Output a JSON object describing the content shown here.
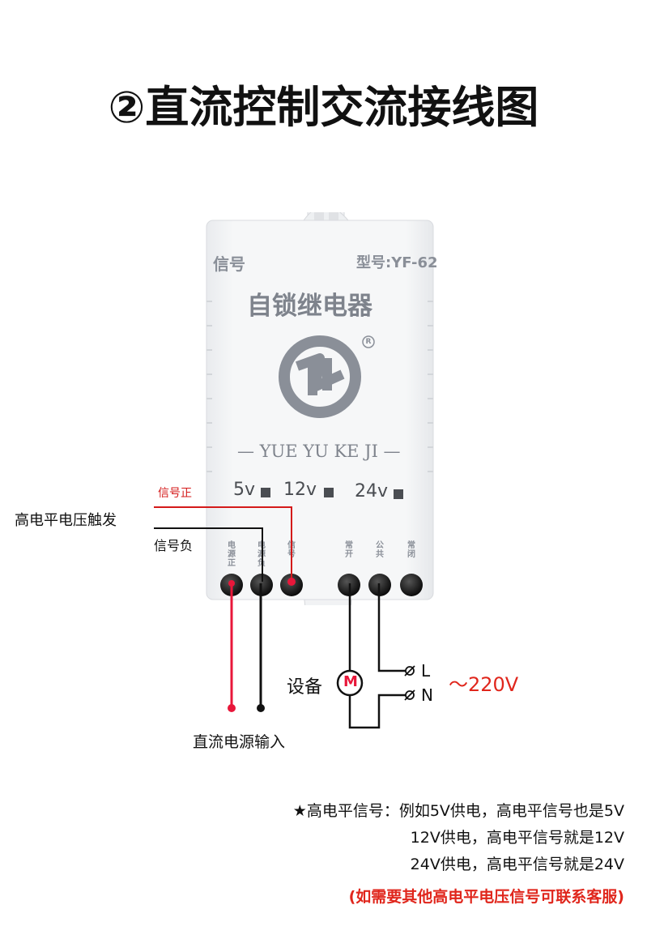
{
  "title": "②直流控制交流接线图",
  "relay": {
    "signal_label": "信号",
    "model_label": "型号:YF-62",
    "product_name": "自锁继电器",
    "brand": "— YUE YU KE JI —",
    "registered_mark": "R",
    "voltage_options": [
      "5v",
      "12v",
      "24v"
    ],
    "terminals": [
      "电源正",
      "电源负",
      "信号",
      "常开",
      "公共",
      "常闭"
    ]
  },
  "labels": {
    "signal_positive": "信号正",
    "high_level_trigger": "高电平电压触发",
    "signal_negative": "信号负",
    "device": "设备",
    "motor": "M",
    "line_L": "L",
    "line_N": "N",
    "ac_voltage": "～220V",
    "dc_input": "直流电源输入"
  },
  "notes": {
    "line1": "★高电平信号：例如5V供电，高电平信号也是5V",
    "line2": "12V供电，高电平信号就是12V",
    "line3": "24V供电，高电平信号就是24V",
    "contact": "(如需要其他高电平电压信号可联系客服)"
  },
  "colors": {
    "red_wire": "#e8173a",
    "signal_red": "#d41a1a",
    "ac_red": "#e0261c",
    "case_text": "#8a8f98"
  }
}
